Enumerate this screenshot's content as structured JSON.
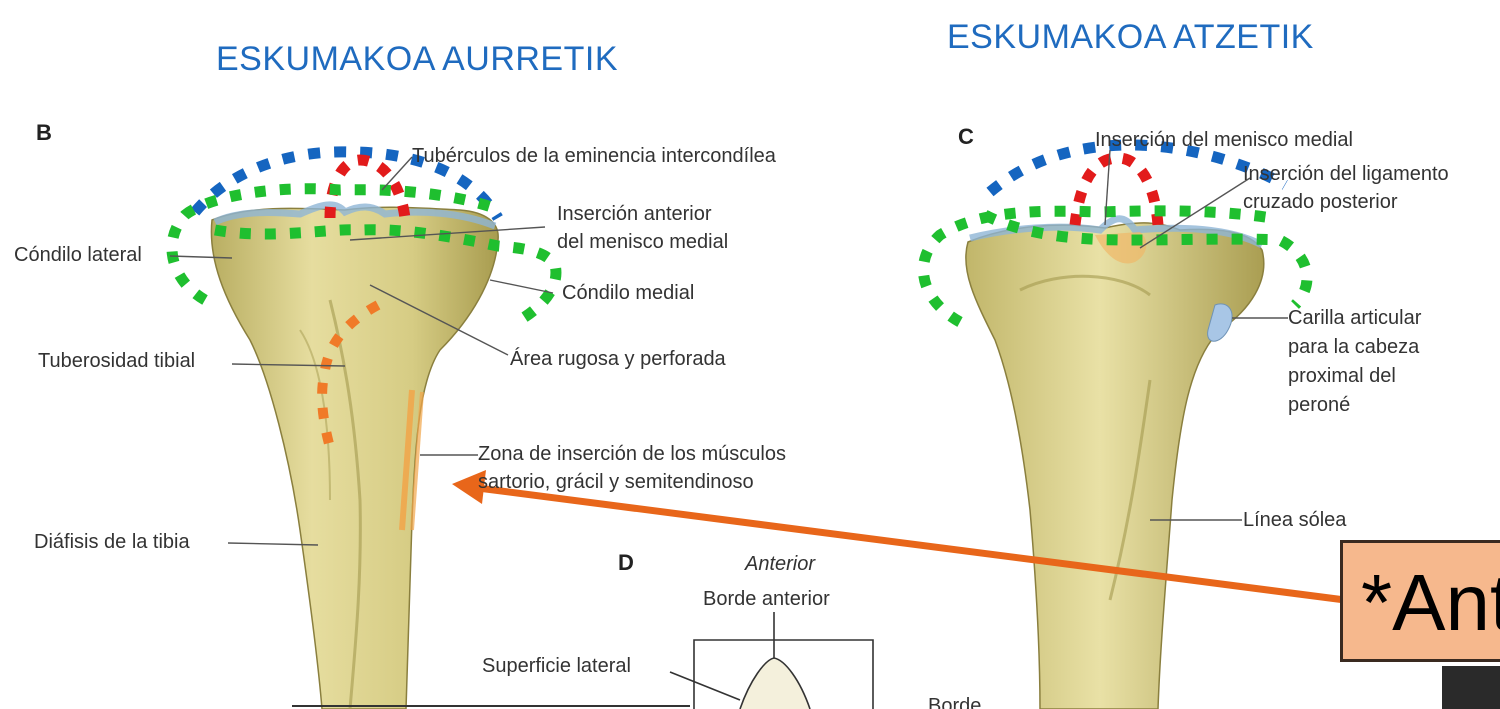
{
  "titles": {
    "front": "ESKUMAKOA AURRETIK",
    "back": "ESKUMAKOA ATZETIK"
  },
  "panels": {
    "b": "B",
    "c": "C",
    "d": "D"
  },
  "labels_front": {
    "tuberculos": "Tubérculos de la eminencia intercondílea",
    "insercion_anterior_1": "Inserción anterior",
    "insercion_anterior_2": "del menisco medial",
    "condilo_lateral": "Cóndilo lateral",
    "condilo_medial": "Cóndilo medial",
    "area_rugosa": "Área rugosa y perforada",
    "tuberosidad": "Tuberosidad tibial",
    "zona_1": "Zona de inserción de los músculos",
    "zona_2": "sartorio, grácil y semitendinoso",
    "diafisis": "Diáfisis de la tibia"
  },
  "labels_section": {
    "anterior": "Anterior",
    "borde_anterior": "Borde anterior",
    "superficie_lateral": "Superficie lateral",
    "borde": "Borde"
  },
  "labels_back": {
    "menisco_medial": "Inserción del menisco medial",
    "ligamento_1": "Inserción del ligamento",
    "ligamento_2": "cruzado posterior",
    "carilla_1": "Carilla articular",
    "carilla_2": "para la cabeza",
    "carilla_3": "proximal del",
    "carilla_4": "peroné",
    "linea_solea": "Línea sólea"
  },
  "callout": {
    "text": "*Ant"
  },
  "colors": {
    "title_blue": "#1f6bbf",
    "dot_blue": "#1565c0",
    "dot_red": "#e21b1b",
    "dot_green": "#1fbf2f",
    "dot_orange": "#f07a28",
    "arrow_orange": "#e8661a",
    "callout_fill": "#f6b88d",
    "bone": "#d9d08a"
  }
}
